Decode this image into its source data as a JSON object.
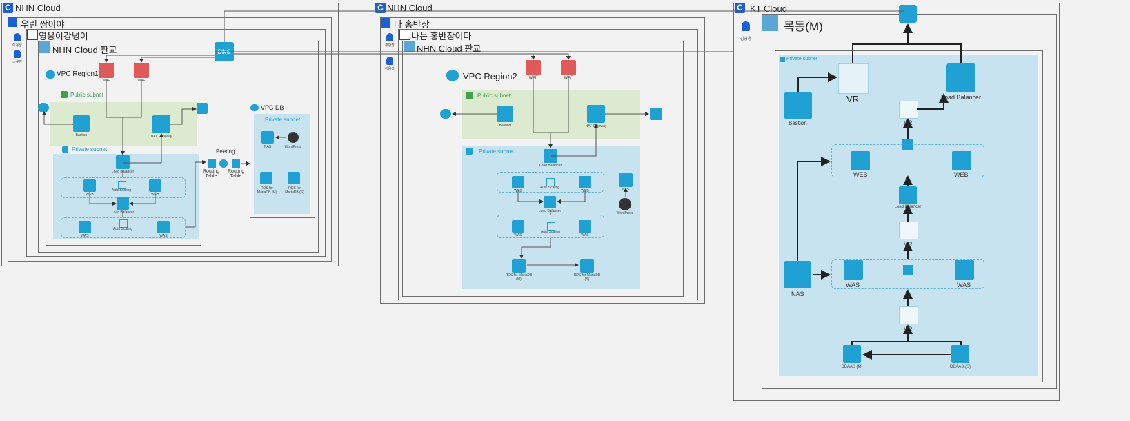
{
  "clouds": {
    "left": {
      "provider": "NHN Cloud",
      "org": "우린 짱이야",
      "project": "영웅이강넝이",
      "region": "NHN Cloud 판교",
      "users": [
        "이용성",
        "소규빈"
      ],
      "vpc1": {
        "title": "VPC Region1",
        "public_subnet": "Public subnet",
        "private_subnet": "Private subnet",
        "waf1": "WAF",
        "waf2": "WAF",
        "bastion": "Bastion",
        "nat": "NAT Gateway",
        "lb_top": "Load Balancer",
        "web1": "WEB",
        "web2": "WEB",
        "scaling_top": "Auto Scaling",
        "lb_mid": "Load Balancer",
        "was1": "WAS",
        "was2": "WAS",
        "scaling_bottom": "Auto Scaling"
      },
      "peering": "Peering",
      "routing1": "Routing Table",
      "routing2": "Routing Table",
      "vpcdb": {
        "title": "VPC DB",
        "private_subnet": "Private subnet",
        "nas": "NAS",
        "wordpress": "WordPress",
        "db_m": "RDS for MariaDB (M)",
        "db_s": "RDS for MariaDB (S)"
      },
      "dns": "DNS"
    },
    "middle": {
      "provider": "NHN Cloud",
      "org": "나 홍반장",
      "project": "나는 홍반장이다",
      "region": "NHN Cloud 판교",
      "users": [
        "홍반장",
        "이용성"
      ],
      "vpc2": {
        "title": "VPC Region2",
        "public_subnet": "Public subnet",
        "private_subnet": "Private subnet",
        "waf1": "WAF",
        "waf2": "WAF",
        "bastion": "Bastion",
        "nat": "NAT Gateway",
        "lb_top": "Load Balancer",
        "web1": "WEB",
        "web2": "WEB",
        "scaling_top": "Auto Scaling",
        "lb_mid": "Load Balancer",
        "was1": "WAS",
        "was2": "WAS",
        "scaling_bottom": "Auto Scaling",
        "nas": "NAS",
        "wordpress": "WordPress",
        "db_m": "RDS for MariaDB (M)",
        "db_s": "RDS for MariaDB (S)"
      }
    },
    "right": {
      "provider": "KT Cloud",
      "zone": "목동(M)",
      "user": "김영웅",
      "private_subnet": "Private subnet",
      "vr_top": "VR",
      "load_balancer_top": "Load Balancer",
      "bastion": "Bastion",
      "vr1": "VR",
      "web1": "WEB",
      "web2": "WEB",
      "load_balancer_mid": "Load Balancer",
      "vr2": "VR",
      "nas": "NAS",
      "was1": "WAS",
      "was2": "WAS",
      "vr3": "VR",
      "dbaas_m": "DBAAS (M)",
      "dbaas_s": "DBAAS (S)"
    }
  },
  "colors": {
    "nhn_blue": "#1a5fd6",
    "icon_blue": "#1fa1d3",
    "waf_red": "#e05a5a",
    "public_green": "#dcebd0",
    "private_blue": "#c6e3ef"
  }
}
